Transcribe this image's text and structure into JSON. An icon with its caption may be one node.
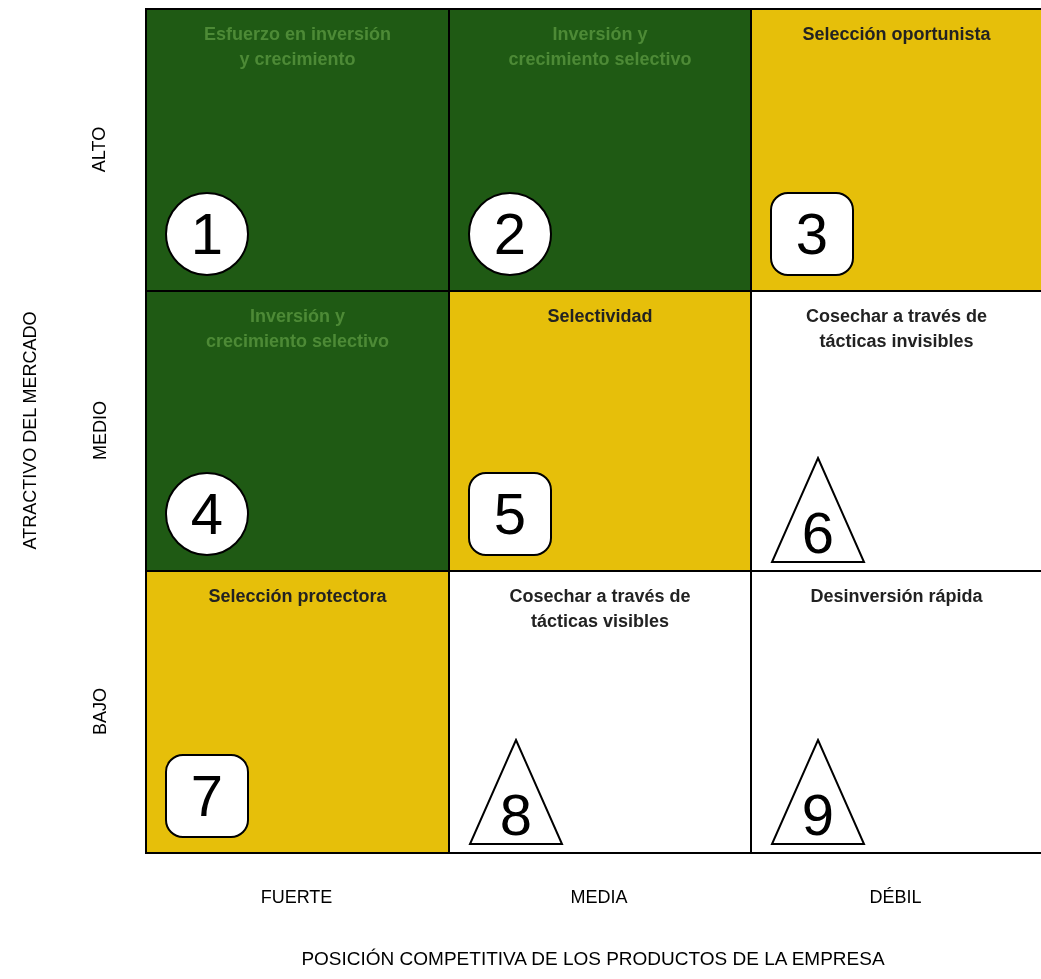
{
  "diagram": {
    "nodes": [
      {
        "text": [
          "Esfuerzo en inversión y crecimiento"
        ]
      },
      {
        "text": [
          "1"
        ],
        "in": 0
      },
      {
        "text": [
          "Inversión y crecimiento selectivo"
        ]
      },
      {
        "text": [
          "2"
        ],
        "in": 2
      },
      {
        "text": [
          "Selección oportunista"
        ]
      },
      {
        "text": [
          "3"
        ],
        "in": 4
      },
      {
        "text": [
          "Inversión y crecimiento selectivo"
        ]
      },
      {
        "text": [
          "4"
        ],
        "in": 6
      },
      {
        "text": [
          "Selectividad"
        ]
      },
      {
        "text": [
          "5"
        ],
        "in": 8
      },
      {
        "text": [
          "Cosechar a través de tácticas invisibles"
        ]
      },
      {
        "text": [
          "6"
        ],
        "in": 10
      },
      {
        "text": [
          "Selección protectora"
        ]
      },
      {
        "text": [
          "7"
        ],
        "in": 12
      },
      {
        "text": [
          "Cosechar a través de tácticas visibles"
        ]
      },
      {
        "text": [
          "8"
        ],
        "in": 14
      },
      {
        "text": [
          "Desinversión rápida"
        ]
      },
      {
        "text": [
          "9"
        ],
        "in": 16
      }
    ],
    "labels": [
      "ALTO",
      "MEDIO",
      "BAJO",
      "ATRACTIVO DEL MERCADO",
      "FUERTE",
      "MEDIA",
      "DÉBIL",
      "POSICIÓN COMPETITIVA DE LOS PRODUCTOS DE LA EMPRESA"
    ]
  }
}
